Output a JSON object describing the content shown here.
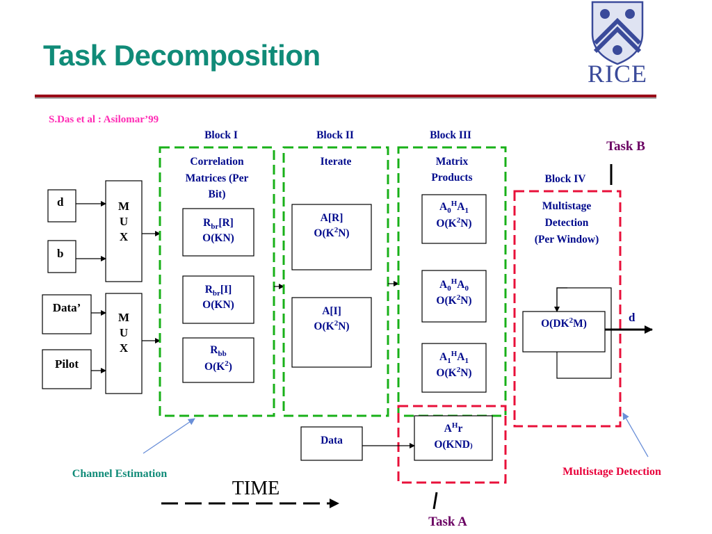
{
  "slide": {
    "title": "Task Decomposition",
    "citation": "S.Das et al : Asilomar’99"
  },
  "logo": {
    "text": "RICE",
    "shield_color": "#3a4a9a"
  },
  "inputs": {
    "d": "d",
    "b": "b",
    "data_prime": "Data’",
    "pilot": "Pilot",
    "mux_letters": [
      "M",
      "U",
      "X"
    ]
  },
  "block1": {
    "header": "Block I",
    "title_lines": [
      "Correlation",
      "Matrices (Per",
      "Bit)"
    ],
    "items": [
      {
        "main": "R",
        "sub": "br",
        "tail": "[R]",
        "complexity": "O(KN)"
      },
      {
        "main": "R",
        "sub": "br",
        "tail": "[I]",
        "complexity": "O(KN)"
      },
      {
        "main": "R",
        "sub": "bb",
        "tail": "",
        "complexity_pre": "O(K",
        "complexity_sup": "2",
        "complexity_post": ")"
      }
    ]
  },
  "block2": {
    "header": "Block II",
    "title": "Iterate",
    "items": [
      {
        "label": "A[R]",
        "complexity_pre": "O(K",
        "complexity_sup": "2",
        "complexity_post": "N)"
      },
      {
        "label": "A[I]",
        "complexity_pre": "O(K",
        "complexity_sup": "2",
        "complexity_post": "N)"
      }
    ]
  },
  "block3": {
    "header": "Block III",
    "title_lines": [
      "Matrix",
      "Products"
    ],
    "items": [
      {
        "a": "A",
        "a_sub": "0",
        "sup": "H",
        "b": "A",
        "b_sub": "1",
        "complexity_pre": "O(K",
        "complexity_sup": "2",
        "complexity_post": "N)"
      },
      {
        "a": "A",
        "a_sub": "0",
        "sup": "H",
        "b": "A",
        "b_sub": "0",
        "complexity_pre": "O(K",
        "complexity_sup": "2",
        "complexity_post": "N)"
      },
      {
        "a": "A",
        "a_sub": "1",
        "sup": "H",
        "b": "A",
        "b_sub": "1",
        "complexity_pre": "O(K",
        "complexity_sup": "2",
        "complexity_post": "N)"
      }
    ]
  },
  "block4": {
    "header": "Block IV",
    "title_lines": [
      "Multistage",
      "Detection",
      "(Per Window)"
    ],
    "core_pre": "O(DK",
    "core_sup": "2",
    "core_post": "M)",
    "output": "d"
  },
  "task_a_block": {
    "data_label": "Data",
    "main": "A",
    "sup": "H",
    "tail": "r",
    "complexity": "O(KND",
    "complexity_close": ")"
  },
  "annotations": {
    "task_b": "Task B",
    "task_a": "Task A",
    "channel_estimation": "Channel Estimation",
    "multistage_detection": "Multistage Detection",
    "time": "TIME"
  }
}
